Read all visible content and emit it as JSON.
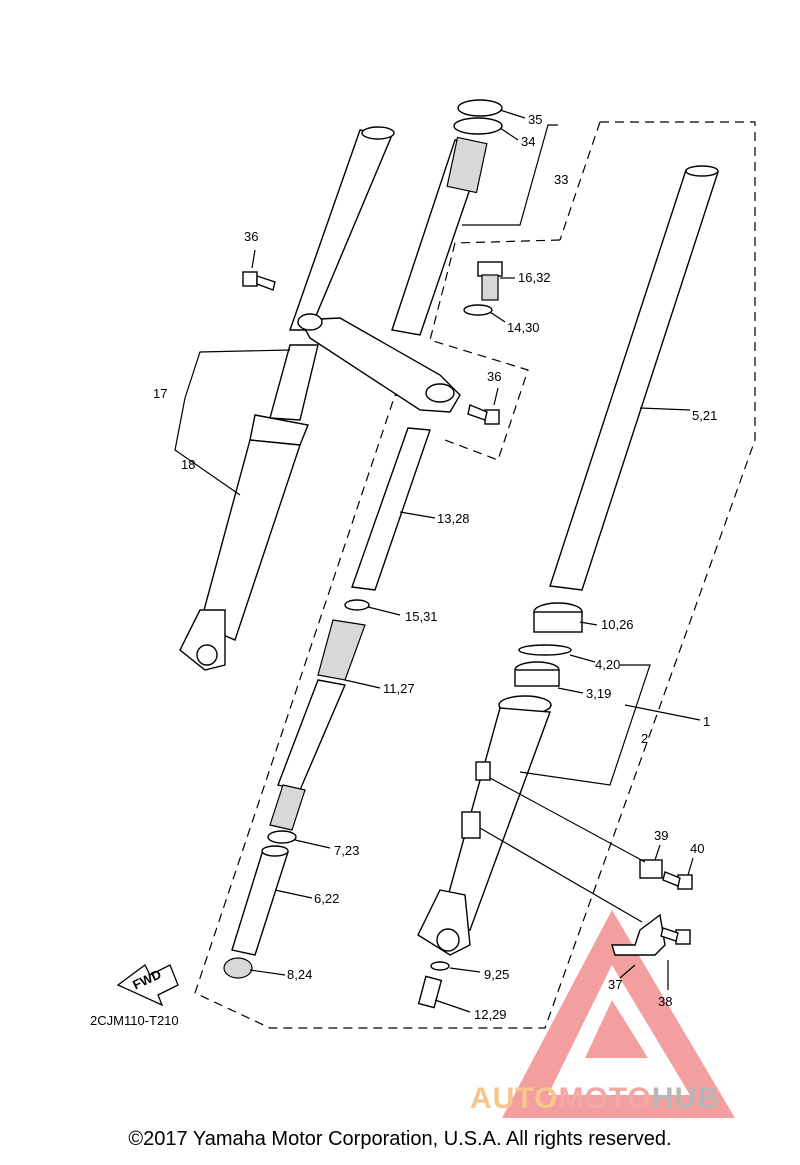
{
  "diagram_code": "2CJM110-T210",
  "fwd_label": "FWD",
  "copyright": "©2017 Yamaha Motor Corporation, U.S.A. All rights reserved.",
  "watermark": {
    "part1": "AUTO",
    "part2": "MOTO",
    "part3": "HUB"
  },
  "colors": {
    "watermark_red": "#f08080",
    "watermark_orange": "#f6c68c",
    "watermark_gray": "#b6b6b6"
  },
  "callouts": {
    "c35": "35",
    "c34": "34",
    "c33": "33",
    "c36a": "36",
    "c36b": "36",
    "c16_32": "16,32",
    "c14_30": "14,30",
    "c17": "17",
    "c18": "18",
    "c5_21": "5,21",
    "c13_28": "13,28",
    "c15_31": "15,31",
    "c10_26": "10,26",
    "c4_20": "4,20",
    "c11_27": "11,27",
    "c3_19": "3,19",
    "c1": "1",
    "c2": "2",
    "c7_23": "7,23",
    "c39": "39",
    "c40": "40",
    "c6_22": "6,22",
    "c8_24": "8,24",
    "c9_25": "9,25",
    "c37": "37",
    "c38": "38",
    "c12_29": "12,29"
  }
}
